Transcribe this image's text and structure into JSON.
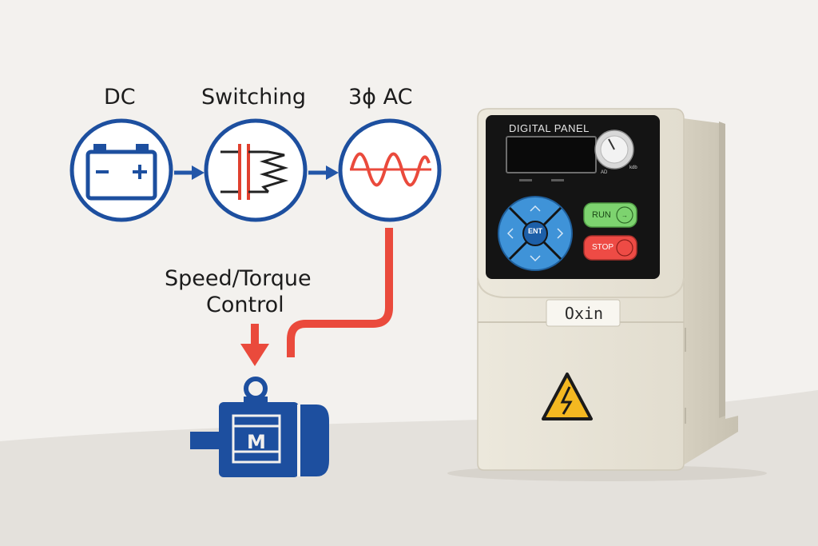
{
  "diagram": {
    "stages": [
      {
        "id": "dc",
        "label": "DC",
        "icon": "battery-icon"
      },
      {
        "id": "switching",
        "label": "Switching",
        "icon": "switching-circuit-icon"
      },
      {
        "id": "ac",
        "label": "3ϕ AC",
        "icon": "sine-wave-icon"
      }
    ],
    "control_label_line1": "Speed/Torque",
    "control_label_line2": "Control",
    "motor_letter": "M",
    "colors": {
      "blue": "#1d4f9f",
      "red": "#ea4a3c",
      "arrow_blue": "#2256a8"
    }
  },
  "device": {
    "panel_title": "DIGITAL PANEL",
    "knob_label_left": "AD",
    "knob_label_right": "kdb",
    "nav_center": "ENT",
    "run_label": "RUN",
    "run_icon_text": "→",
    "stop_label": "STOP",
    "brand": "Oxin",
    "warning_icon": "high-voltage-warning-icon",
    "colors": {
      "body": "#e6e1d2",
      "panel": "#141414",
      "nav": "#3f93d8",
      "run": "#7dd36f",
      "stop": "#ee4b45"
    }
  }
}
